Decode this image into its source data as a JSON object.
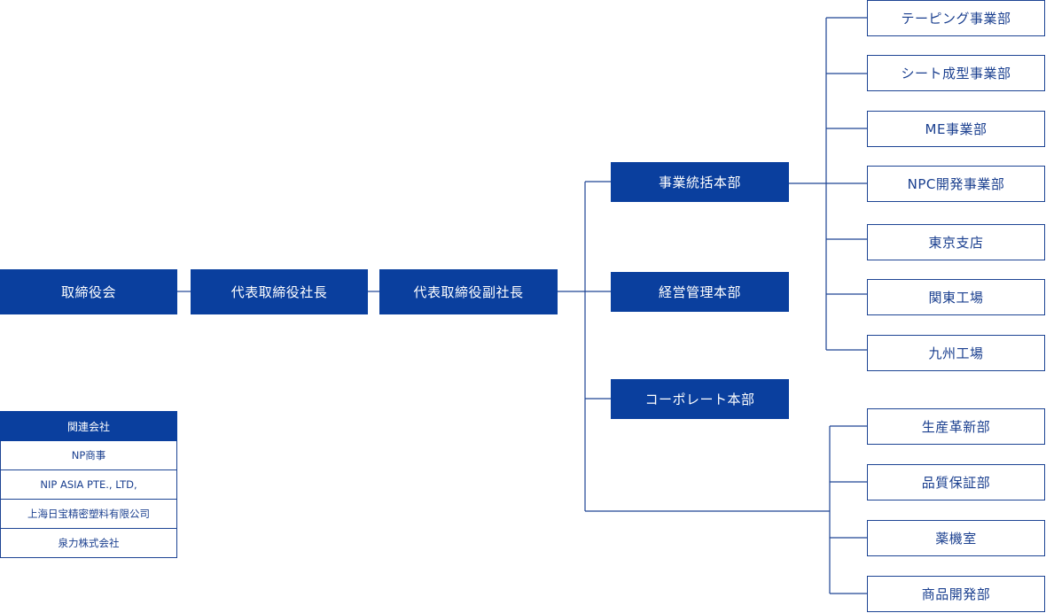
{
  "colors": {
    "primary": "#0a3f9e",
    "line": "#1d4494",
    "text_outline": "#1a3f8f"
  },
  "chain": {
    "board": "取締役会",
    "president": "代表取締役社長",
    "vice_president": "代表取締役副社長"
  },
  "headquarters": {
    "business": "事業統括本部",
    "management": "経営管理本部",
    "corporate": "コーポレート本部"
  },
  "business_units": [
    "テーピング事業部",
    "シート成型事業部",
    "ME事業部",
    "NPC開発事業部",
    "東京支店",
    "関東工場",
    "九州工場"
  ],
  "other_units": [
    "生産革新部",
    "品質保証部",
    "薬機室",
    "商品開発部"
  ],
  "affiliates": {
    "header": "関連会社",
    "items": [
      "NP商事",
      "NIP ASIA PTE., LTD,",
      "上海日宝精密塑料有限公司",
      "泉力株式会社"
    ]
  }
}
